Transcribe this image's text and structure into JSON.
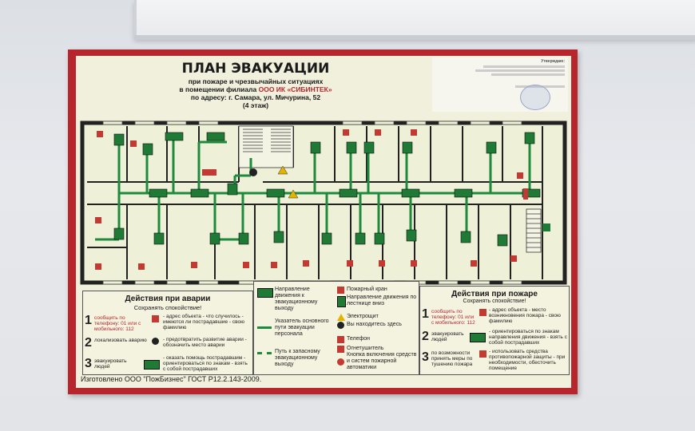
{
  "sign": {
    "title": "ПЛАН ЭВАКУАЦИИ",
    "subtitle_line1": "при пожаре и чрезвычайных ситуациях",
    "subtitle_line2_pre": "в помещении филиала ",
    "subtitle_line2_org": "ООО ИК «СИБИНТЕК»",
    "subtitle_line3": "по адресу: г. Самара, ул. Мичурина, 52",
    "subtitle_line4": "(4 этаж)",
    "approval_title": "Утверждаю:"
  },
  "actions_accident": {
    "title": "Действия при аварии",
    "subtitle": "Сохранять спокойствие!",
    "step1_left": "сообщить по телефону: 01 или с мобильного: 112",
    "step1_right": "- адрес объекта - что случилось - имеются ли пострадавшие - свою фамилию",
    "step2_left": "локализовать аварию",
    "step2_right": "- предотвратить развитие аварии - обозначить место аварии",
    "step3_left": "эвакуировать людей",
    "step3_right": "- оказать помощь пострадавшим - ориентироваться по знакам - взять с собой пострадавших"
  },
  "legend": {
    "exit_direction": "Направление движения к эвакуационному выходу",
    "main_path": "Указатель основного пути эвакуации персонала",
    "spare_path": "Путь к запасному эвакуационному выходу",
    "fire_hydrant": "Пожарный кран",
    "stairs_down": "Направление движения по лестнице вниз",
    "electric_panel": "Электрощит",
    "you_are_here": "Вы находитесь здесь",
    "phone": "Телефон",
    "extinguisher": "Огнетушитель",
    "fire_button": "Кнопка включения средств и систем пожарной автоматики"
  },
  "actions_fire": {
    "title": "Действия при пожаре",
    "subtitle": "Сохранять спокойствие!",
    "step1_left": "сообщить по телефону: 01 или с мобильного: 112",
    "step1_right": "- адрес объекта - место возникновения пожара - свою фамилию",
    "step2_left": "эвакуировать людей",
    "step2_right": "- ориентироваться по знакам направления движения - взять с собой пострадавших",
    "step3_left": "по возможности принять меры по тушению пожара",
    "step3_right": "- использовать средства противопожарной защиты - при необходимости, обесточить помещение"
  },
  "footer": {
    "maker": "Изготовлено ООО \"ПожБизнес\" ГОСТ Р12.2.143-2009."
  },
  "colors": {
    "board_border": "#b6262c",
    "panel": "#f1f0dc",
    "path_green": "#1e8a3c",
    "wall": "#222222"
  }
}
